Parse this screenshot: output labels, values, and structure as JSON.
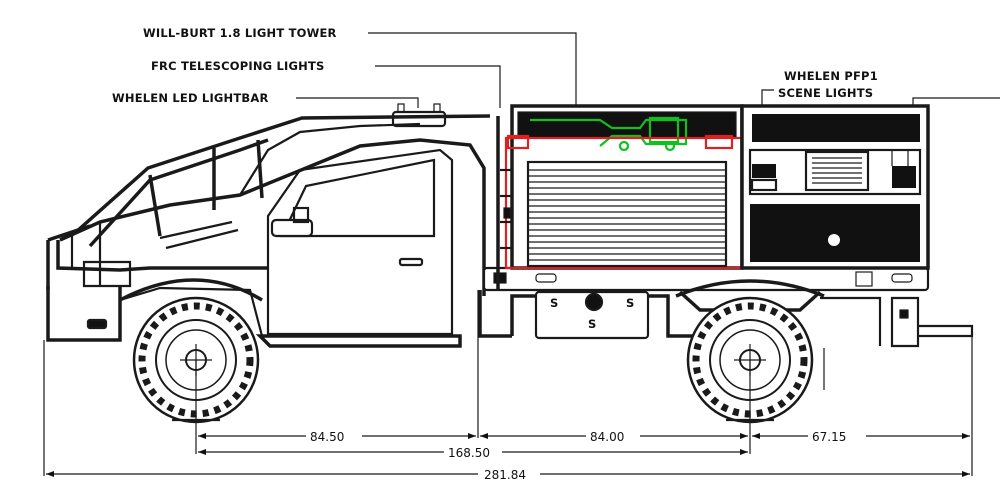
{
  "callouts": {
    "light_tower": "WILL-BURT 1.8 LIGHT TOWER",
    "telescoping": "FRC TELESCOPING LIGHTS",
    "lightbar": "WHELEN LED LIGHTBAR",
    "scene_lights_1": "WHELEN PFP1",
    "scene_lights_2": "SCENE LIGHTS"
  },
  "dimensions": {
    "front_to_body": "84.50",
    "body_to_rear_axle": "84.00",
    "rear_overhang": "67.15",
    "wheelbase": "168.50",
    "overall_length": "281.84"
  },
  "colors": {
    "line": "#1a1a1a",
    "highlight_red": "#e02020",
    "highlight_green": "#10c020"
  }
}
